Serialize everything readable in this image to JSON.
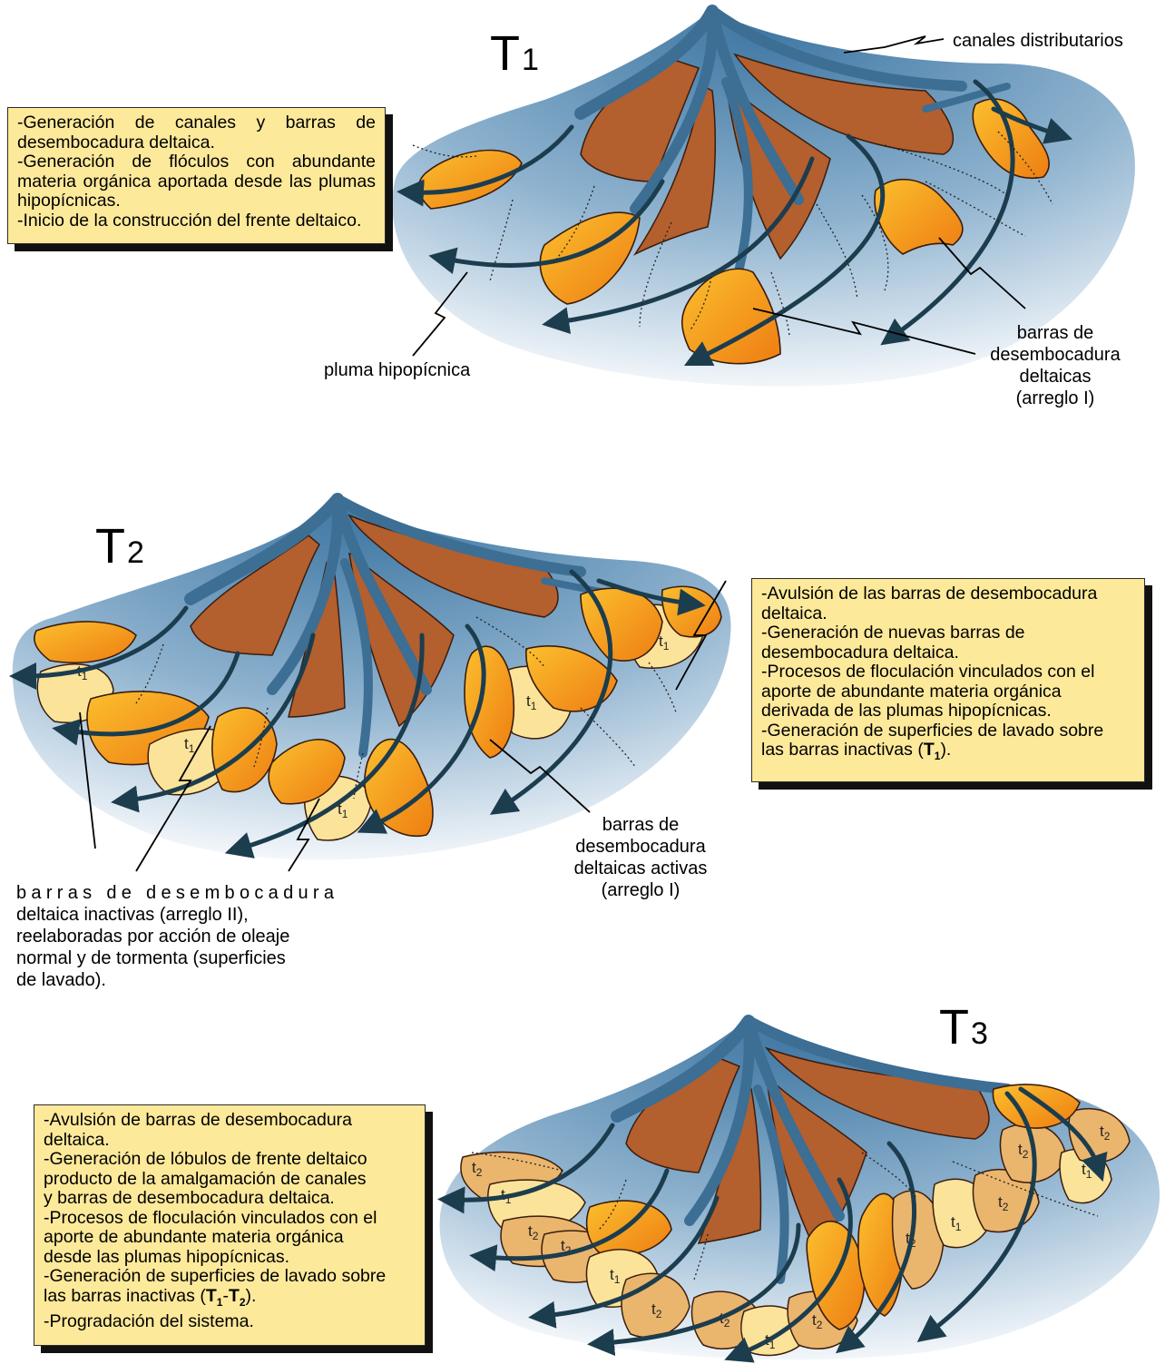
{
  "panels": [
    {
      "title": {
        "main": "T",
        "sub": "1"
      },
      "note": [
        "-Generación de canales y barras de desembocadura deltaica.",
        "-Generación de flóculos con abundante materia orgánica aportada desde las plumas hipopícnicas.",
        "-Inicio de la construcción del frente deltaico."
      ],
      "labels": {
        "channels": "canales distributarios",
        "plume": "pluma hipopícnica",
        "bars": [
          "barras de",
          "desembocadura",
          "deltaicas",
          "(arreglo I)"
        ]
      }
    },
    {
      "title": {
        "main": "T",
        "sub": "2"
      },
      "note_lines": [
        "-Avulsión de las barras de desembocadura",
        "deltaica.",
        "-Generación de nuevas barras de",
        "desembocadura deltaica.",
        "-Procesos de floculación vinculados con el",
        " aporte de abundante materia orgánica",
        "derivada de las plumas hipopícnicas.",
        "-Generación de superficies de lavado sobre",
        " las barras inactivas ("
      ],
      "note_ref": {
        "main": "T",
        "sub": "1",
        "tail": ")."
      },
      "labels": {
        "active_bars": [
          "barras de",
          "desembocadura",
          "deltaicas activas",
          "(arreglo I)"
        ],
        "inactive_bars": [
          "barras de desembocadura",
          "deltaica inactivas (arreglo II),",
          "reelaboradas por acción de oleaje",
          "normal y de tormenta (superficies",
          "de lavado)."
        ]
      },
      "bar_tags": {
        "t": "t",
        "n": "1"
      }
    },
    {
      "title": {
        "main": "T",
        "sub": "3"
      },
      "note_lines": [
        "-Avulsión de barras de desembocadura",
        "deltaica.",
        "-Generación de lóbulos de frente deltaico",
        "producto de la amalgamación de canales",
        "y barras de desembocadura deltaica.",
        "-Procesos de floculación vinculados con el",
        "aporte de abundante materia orgánica",
        "desde las plumas hipopícnicas.",
        "-Generación de superficies de lavado sobre",
        " las barras inactivas ("
      ],
      "note_ref": {
        "a": "T",
        "a_sub": "1",
        "dash": "-",
        "b": "T",
        "b_sub": "2",
        "tail": ")."
      },
      "note_last": "-Progradación del sistema.",
      "bar_tags": {
        "t": "t",
        "n1": "1",
        "n2": "2"
      }
    }
  ],
  "colors": {
    "water_dark": "#3f77a3",
    "water_light": "#f2f6fa",
    "delta_plain": "#b35f2e",
    "bar_active": "#f5a623",
    "bar_inactive_t1": "#fbe39a",
    "bar_inactive_t2": "#eab56d",
    "note_bg": "#fde99a",
    "flow_arrow": "#1c3d4e"
  }
}
